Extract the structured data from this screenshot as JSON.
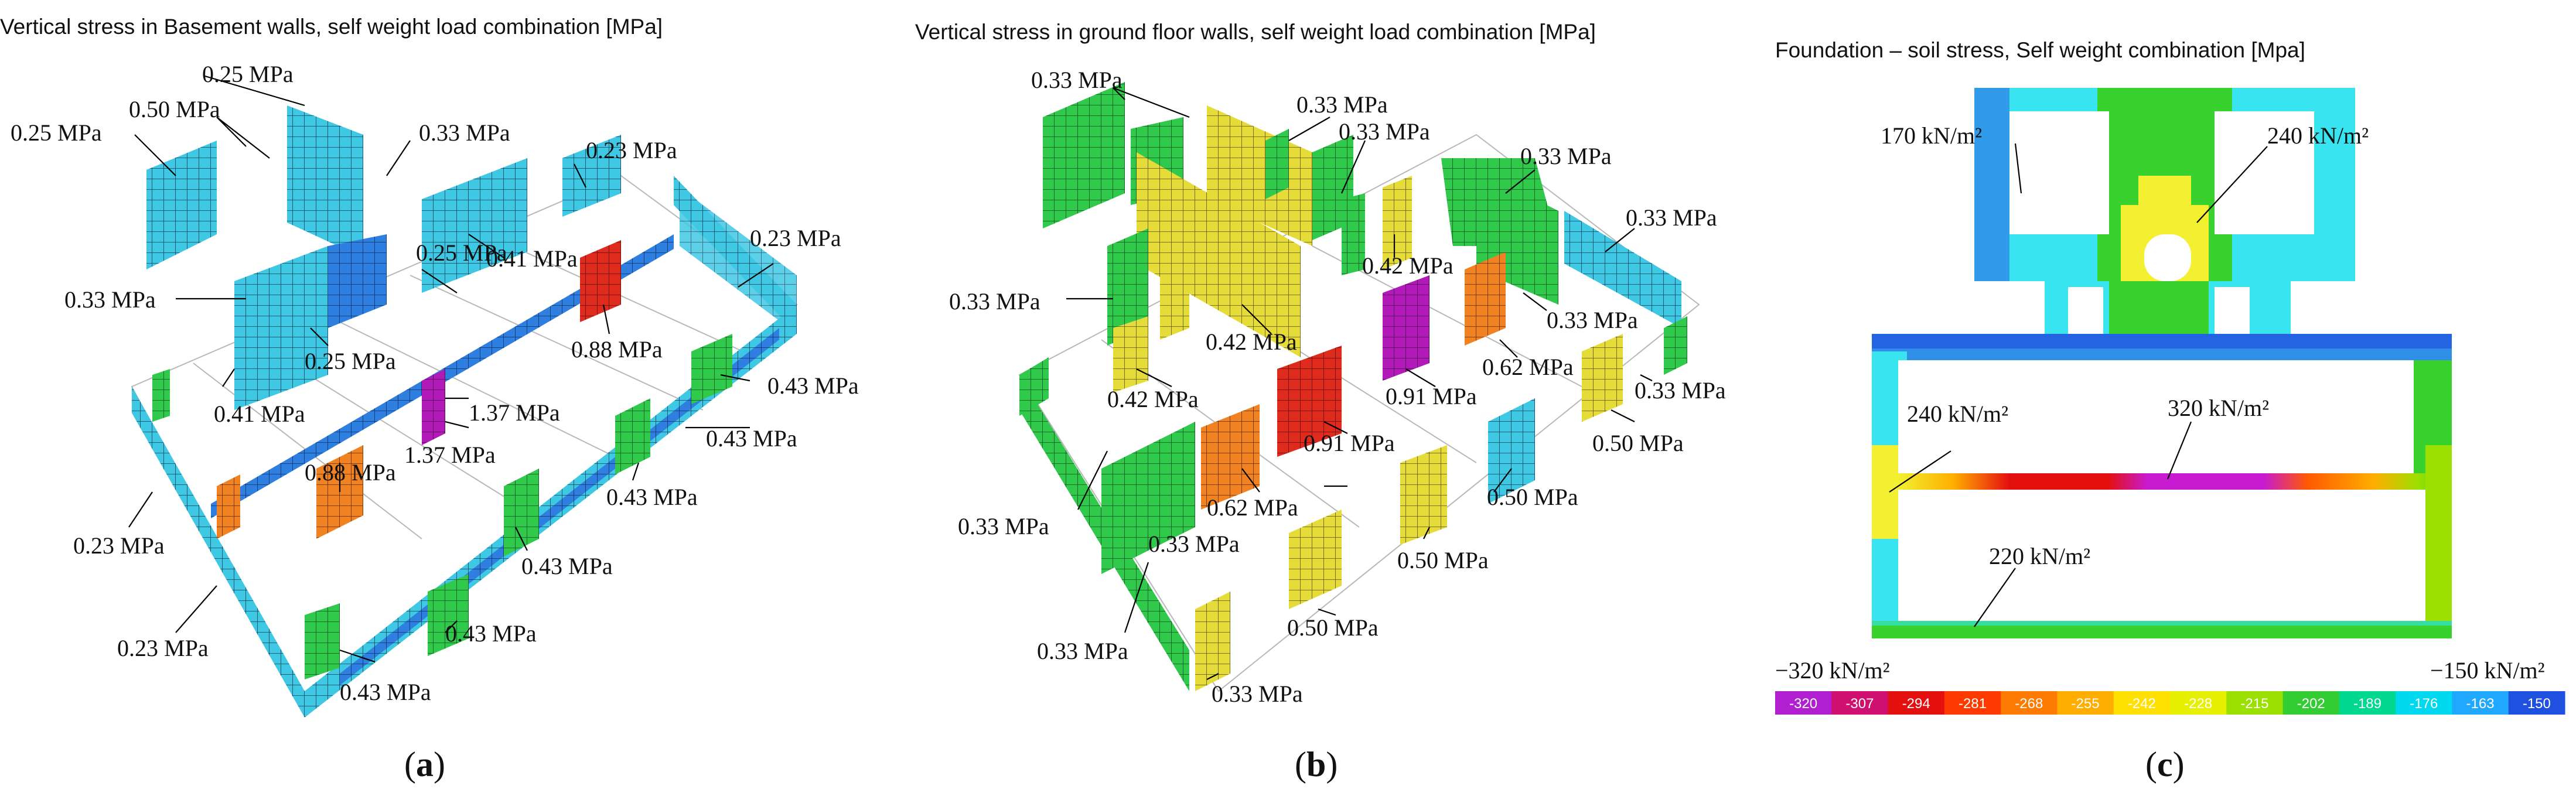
{
  "panels": [
    {
      "id": "a",
      "title": "Vertical stress in Basement walls, self weight load combination [MPa]",
      "label": "a",
      "annotations": [
        "0.25 MPa",
        "0.50 MPa",
        "0.25 MPa",
        "0.33 MPa",
        "0.23 MPa",
        "0.41 MPa",
        "0.25 MPa",
        "0.23 MPa",
        "0.33 MPa",
        "0.25 MPa",
        "0.88 MPa",
        "0.41 MPa",
        "1.37 MPa",
        "1.37 MPa",
        "0.43 MPa",
        "0.43 MPa",
        "0.23 MPa",
        "0.88 MPa",
        "0.43 MPa",
        "0.43 MPa",
        "0.23 MPa",
        "0.43 MPa",
        "0.43 MPa"
      ]
    },
    {
      "id": "b",
      "title": "Vertical stress in ground floor walls, self weight load combination [MPa]",
      "label": "b",
      "annotations": [
        "0.33 MPa",
        "0.33 MPa",
        "0.33 MPa",
        "0.33 MPa",
        "0.33 MPa",
        "0.42 MPa",
        "0.33 MPa",
        "0.42 MPa",
        "0.33 MPa",
        "0.62 MPa",
        "0.42 MPa",
        "0.91 MPa",
        "0.33 MPa",
        "0.91 MPa",
        "0.50 MPa",
        "0.33 MPa",
        "0.62 MPa",
        "0.50 MPa",
        "0.33 MPa",
        "0.50 MPa",
        "0.50 MPa",
        "0.33 MPa",
        "0.33 MPa"
      ]
    },
    {
      "id": "c",
      "title": "Foundation – soil stress, Self weight combination [Mpa]",
      "label": "c",
      "annotations": [
        "170 kN/m²",
        "240 kN/m²",
        "240 kN/m²",
        "320 kN/m²",
        "220 kN/m²"
      ],
      "legend": {
        "min_label": "−320 kN/m²",
        "max_label": "−150 kN/m²",
        "ticks": [
          "-320",
          "-307",
          "-294",
          "-281",
          "-268",
          "-255",
          "-242",
          "-228",
          "-215",
          "-202",
          "-189",
          "-176",
          "-163",
          "-150"
        ],
        "colors": [
          "#b020d0",
          "#d01070",
          "#e41010",
          "#ff3a00",
          "#ff7a00",
          "#ffae00",
          "#ffe000",
          "#e6f000",
          "#9be000",
          "#33cc33",
          "#00d890",
          "#00d8f0",
          "#20a8ff",
          "#2050e0"
        ]
      }
    }
  ],
  "colors": {
    "wall_blue": "#2f7fe0",
    "wall_cyan": "#38d2e8",
    "wall_green": "#2fcf50",
    "wall_yellow": "#e8e23a",
    "wall_orange": "#f5821e",
    "wall_red": "#e0201e",
    "wall_magenta": "#b01ab8",
    "soil_green": "#39d12e",
    "soil_cyan": "#38e4f0",
    "soil_yellow": "#f2f030",
    "soil_magenta": "#c81ad0"
  }
}
